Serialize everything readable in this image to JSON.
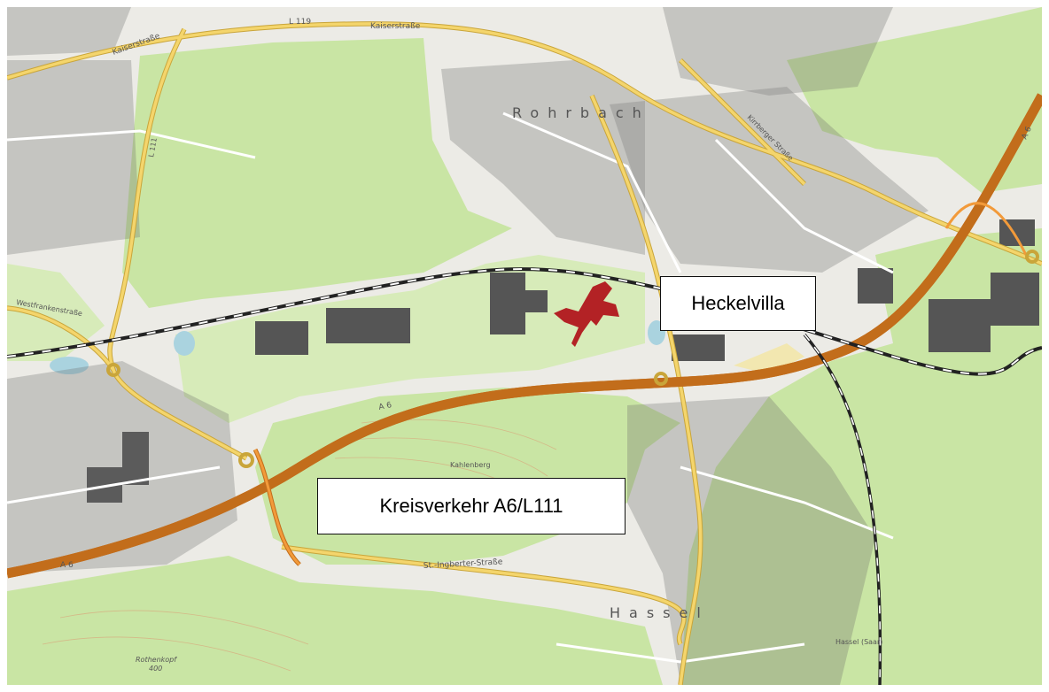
{
  "colors": {
    "forest": "#c9e5a4",
    "urban": "#ecebe6",
    "building": "#555555",
    "motorway": "#f29a3a",
    "primary_road": "#f4d56c",
    "railway": "#222222",
    "water": "#aad3df",
    "marker": "#b01018"
  },
  "callouts": {
    "heckelvilla": "Heckelvilla",
    "kreisverkehr": "Kreisverkehr A6/L111"
  },
  "map_labels": {
    "road_l119": "L 119",
    "kaiserstrasse_west": "Kaiserstraße",
    "kaiserstrasse_east": "Kaiserstraße",
    "a6_center": "A 6",
    "a6_west": "A 6",
    "a6_east": "A 6",
    "st_ingberter_strasse": "St.-Ingberter-Straße",
    "town_rohrbach": "Rohrbach",
    "town_hassel": "Hassel",
    "kahlenberg": "Kahlenberg",
    "rothenkopf": "Rothenkopf",
    "rothenkopf_elev": "400",
    "hassel_saar": "Hassel (Saar)",
    "l111_north": "L 111",
    "kirrberg_road": "Kirrberger Straße",
    "westfrankenstrasse": "Westfrankenstraße"
  },
  "marker": {
    "icon": "location-pin-icon",
    "target": "Heckelvilla"
  }
}
